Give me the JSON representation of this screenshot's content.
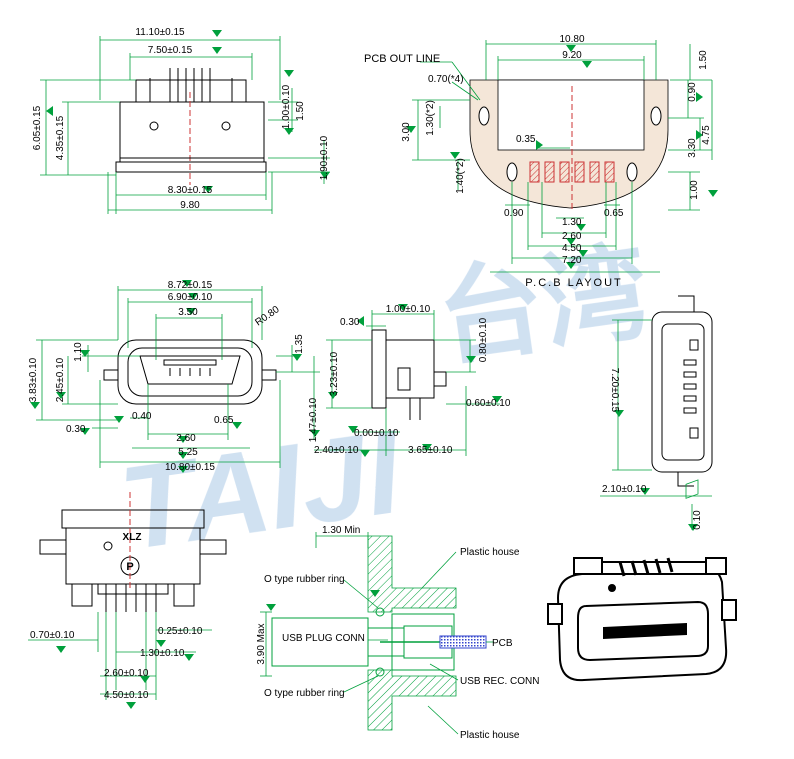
{
  "colors": {
    "dimension": "#00a03c",
    "outline": "#000000",
    "pad": "#cc3333",
    "watermark": "#a9c8e6",
    "pcb_fill": "#f4e6d8"
  },
  "top_view": {
    "dims": [
      "11.10±0.15",
      "7.50±0.15",
      "6.05±0.15",
      "4.35±0.15",
      "1.00±0.10",
      "1.50",
      "1.90±0.10",
      "8.30±0.15",
      "9.80"
    ]
  },
  "pcb_layout": {
    "pcb_out_line_label": "PCB OUT LINE",
    "title": "P.C.B LAYOUT",
    "dims": [
      "10.80",
      "9.20",
      "1.50",
      "0.70(*4)",
      "0.90",
      "3.00",
      "1.30(*2)",
      "0.35",
      "3.30",
      "4.75",
      "1.40(*2)",
      "1.00",
      "0.90",
      "1.30",
      "0.65",
      "2.60",
      "4.50",
      "7.20"
    ]
  },
  "front_view": {
    "dims": [
      "8.72±0.15",
      "6.90±0.10",
      "3.50",
      "R0.80",
      "1.35",
      "1.10",
      "3.83±0.10",
      "2.45±0.10",
      "0.30",
      "0.40",
      "0.65",
      "2.60",
      "5.25",
      "10.80±0.15",
      "1.47±0.10"
    ]
  },
  "side_view": {
    "dims": [
      "1.00±0.10",
      "0.30",
      "0.80±0.10",
      "3.23±0.10",
      "0.60±0.10",
      "0.00±0.10",
      "2.40±0.10",
      "3.65±0.10"
    ]
  },
  "right_view": {
    "dims": [
      "7.20±0.15",
      "2.10±0.10",
      "0.10"
    ]
  },
  "bottom_view": {
    "mark": "XLZ",
    "logo_letter": "P",
    "dims": [
      "0.70±0.10",
      "0.25±0.10",
      "1.30±0.10",
      "2.60±0.10",
      "4.50±0.10"
    ]
  },
  "section_view": {
    "labels": {
      "min_dim": "1.30 Min",
      "plastic_house_top": "Plastic house",
      "o_ring_top": "O type rubber ring",
      "max_dim": "3.90 Max",
      "usb_plug": "USB PLUG CONN",
      "pcb": "PCB",
      "o_ring_bottom": "O type rubber ring",
      "usb_rec": "USB REC. CONN",
      "plastic_house_bottom": "Plastic house"
    }
  },
  "watermark": {
    "latin": "TAIJI",
    "hanzi": "台湾"
  }
}
